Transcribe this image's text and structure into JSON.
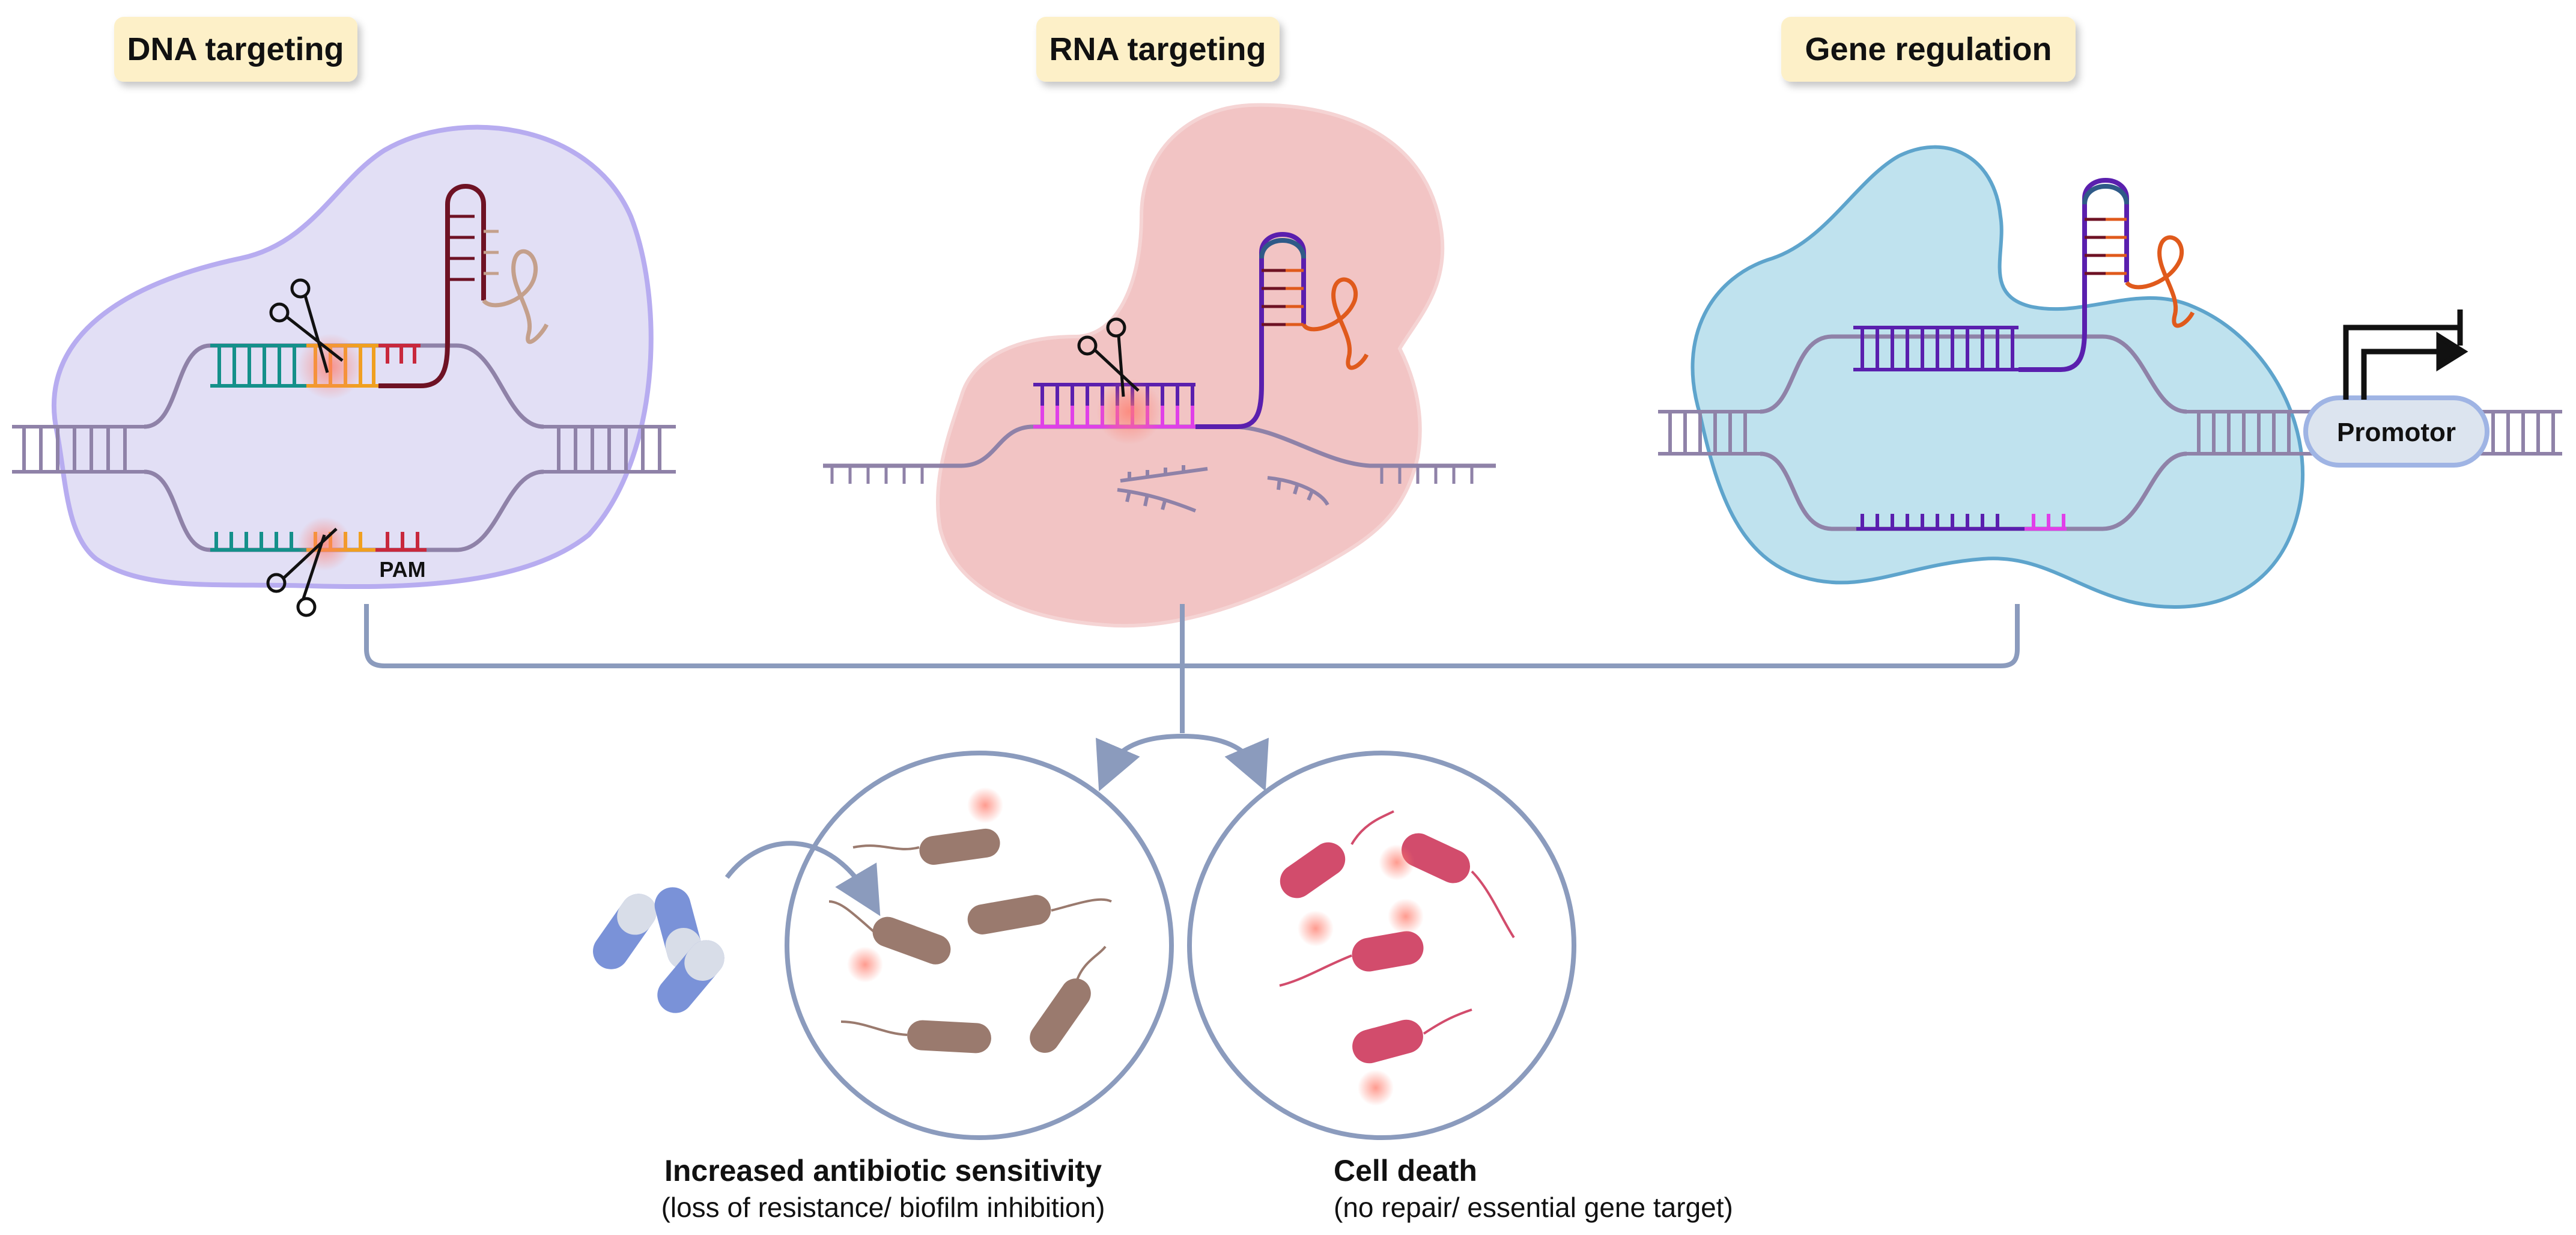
{
  "titles": {
    "dna_targeting": "DNA targeting",
    "rna_targeting": "RNA targeting",
    "gene_regulation": "Gene regulation"
  },
  "labels": {
    "pam": "PAM",
    "promotor": "Promotor"
  },
  "outcomes": {
    "sensitivity": {
      "title": "Increased antibiotic sensitivity",
      "subtitle": "(loss of resistance/ biofilm inhibition)"
    },
    "death": {
      "title": "Cell death",
      "subtitle": "(no repair/ essential gene target)"
    }
  },
  "colors": {
    "title_box": "#fdf0c8",
    "dna_cell_fill": "#e2dff5",
    "dna_cell_stroke": "#b7acf0",
    "rna_cell_fill": "#f2c4c4",
    "gene_cell_fill": "#bfe2ee",
    "gene_cell_stroke": "#5ea4cc",
    "dna_strand": "#8f82a8",
    "teal": "#14908a",
    "orange": "#f0a020",
    "red": "#c8283c",
    "purple": "#5a1fae",
    "magenta": "#e040e8",
    "crrna_dark": "#6e1224",
    "crrna_orange": "#e05a1c",
    "crrna_blue": "#2f5a88",
    "connector": "#8b9bbd",
    "bacteria_brown": "#9a7a6e",
    "bacteria_red": "#d24c6c",
    "capsule_blue": "#7a92d8"
  }
}
